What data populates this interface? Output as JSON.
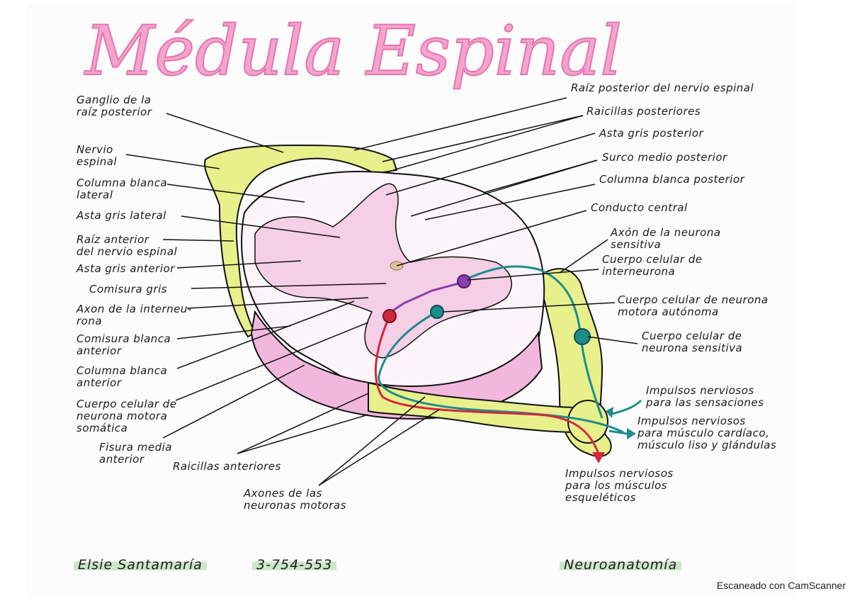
{
  "title": "Médula Espinal",
  "left_labels": [
    {
      "id": "ganglio",
      "text": "Ganglio de la\nraíz posterior"
    },
    {
      "id": "nervio",
      "text": "Nervio\nespinal"
    },
    {
      "id": "col_lateral",
      "text": "Columna blanca\nlateral"
    },
    {
      "id": "asta_lateral",
      "text": "Asta gris lateral"
    },
    {
      "id": "raiz_anterior",
      "text": "Raíz anterior\ndel nervio espinal"
    },
    {
      "id": "asta_anterior",
      "text": "Asta gris anterior"
    },
    {
      "id": "comisura_gris",
      "text": "Comisura gris"
    },
    {
      "id": "axon_inter",
      "text": "Axon de la interneu-\nrona"
    },
    {
      "id": "comisura_blanca",
      "text": "Comisura blanca\nanterior"
    },
    {
      "id": "col_anterior",
      "text": "Columna blanca\nanterior"
    },
    {
      "id": "cuerpo_somatica",
      "text": "Cuerpo celular de\nneurona motora\nsomática"
    },
    {
      "id": "fisura",
      "text": "Fisura media\nanterior"
    },
    {
      "id": "raicillas_ant",
      "text": "Raicillas anteriores"
    },
    {
      "id": "axones_motoras",
      "text": "Axones de las\nneuronas motoras"
    }
  ],
  "right_labels": [
    {
      "id": "raiz_posterior",
      "text": "Raíz posterior del nervio espinal"
    },
    {
      "id": "raicillas_post",
      "text": "Raicillas posteriores"
    },
    {
      "id": "asta_posterior",
      "text": "Asta gris posterior"
    },
    {
      "id": "surco",
      "text": "Surco medio posterior"
    },
    {
      "id": "col_posterior",
      "text": "Columna blanca posterior"
    },
    {
      "id": "conducto",
      "text": "Conducto central"
    },
    {
      "id": "axon_sensitiva",
      "text": "Axón de la neurona\nsensitiva"
    },
    {
      "id": "cuerpo_inter",
      "text": "Cuerpo celular de\ninterneurona"
    },
    {
      "id": "cuerpo_autonoma",
      "text": "Cuerpo celular de neurona\nmotora autónoma"
    },
    {
      "id": "cuerpo_sensitiva",
      "text": "Cuerpo celular de\nneurona sensitiva"
    },
    {
      "id": "impulsos_sens",
      "text": "Impulsos nerviosos\npara las sensaciones"
    },
    {
      "id": "impulsos_card",
      "text": "Impulsos nerviosos\npara músculo cardíaco,\nmúsculo liso y glándulas"
    },
    {
      "id": "impulsos_esq",
      "text": "Impulsos nerviosos\npara los músculos\nesqueléticos"
    }
  ],
  "footer": {
    "author": "Elsie Santamaría",
    "id_number": "3-754-553",
    "subject": "Neuroanatomía"
  },
  "watermark": "Escaneado con CamScanner",
  "colors": {
    "title_pink": "#f3a5cc",
    "ganglion_yellow": "#e8f08c",
    "grey_matter_pink": "#f4cfe6",
    "white_matter_pink": "#f2b7dc",
    "sensory_teal": "#1e8c8c",
    "interneuron_purple": "#8a3fb0",
    "motor_red": "#d4283c"
  }
}
